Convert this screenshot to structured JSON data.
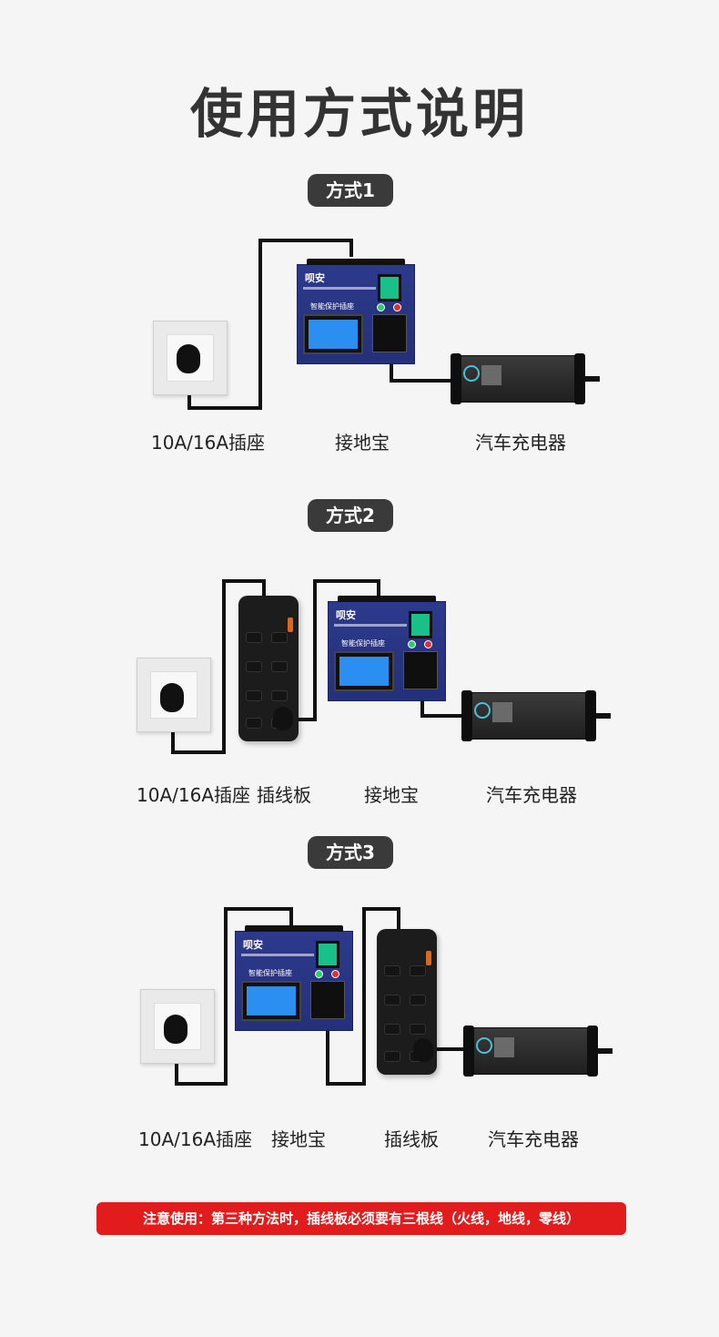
{
  "title": "使用方式说明",
  "methods": [
    {
      "label": "方式1",
      "devices": [
        "10A/16A插座",
        "接地宝",
        "汽车充电器"
      ]
    },
    {
      "label": "方式2",
      "devices": [
        "10A/16A插座",
        "插线板",
        "接地宝",
        "汽车充电器"
      ]
    },
    {
      "label": "方式3",
      "devices": [
        "10A/16A插座",
        "接地宝",
        "插线板",
        "汽车充电器"
      ]
    }
  ],
  "protector_brand": "呗安",
  "protector_subtitle": "智能保护插座",
  "note": "注意使用：第三种方法时，插线板必须要有三根线（火线，地线，零线）",
  "colors": {
    "background": "#f6f5f6",
    "pill": "#3a3a3a",
    "note": "#e21c1c",
    "protector": "#2d3a8c"
  },
  "icons": [
    "wall-outlet-icon",
    "plug-icon",
    "protector-device-icon",
    "ev-charger-icon",
    "power-strip-icon"
  ]
}
